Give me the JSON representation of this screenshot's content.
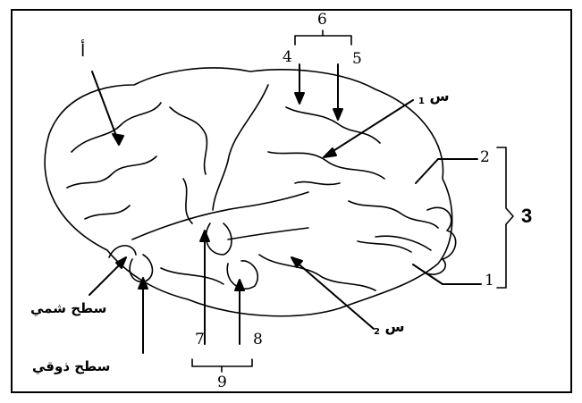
{
  "diagram": {
    "labels": {
      "alif": "أ",
      "s1_letter": "س",
      "s1_sub": "1",
      "s2_letter": "س",
      "s2_sub": "2",
      "n1": "1",
      "n2": "2",
      "n3": "3",
      "n4": "4",
      "n5": "5",
      "n6": "6",
      "n7": "7",
      "n8": "8",
      "n9": "9",
      "olfactory": "سطح شمي",
      "gustatory": "سطح ذوقي"
    }
  }
}
